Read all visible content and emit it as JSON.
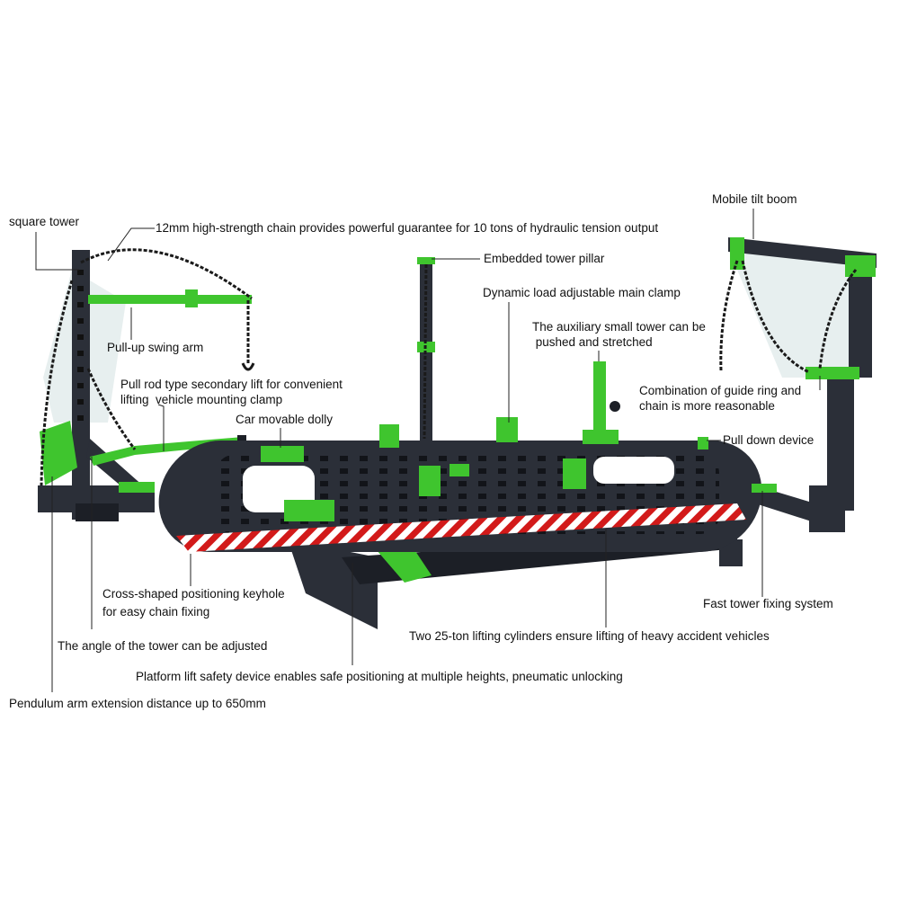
{
  "colors": {
    "frame": "#2b2f38",
    "frame_dark": "#1c1f26",
    "accent_green": "#3fc52e",
    "glass": "#dfe9ea",
    "stripe_red": "#d21a1a",
    "leader": "#222222",
    "chain": "#1a1a1a"
  },
  "labels": {
    "square_tower": "square tower",
    "chain_note": "12mm high-strength chain provides powerful guarantee for 10 tons of hydraulic tension output",
    "mobile_tilt_boom": "Mobile tilt boom",
    "embedded_tower_pillar": "Embedded tower pillar",
    "dynamic_load_clamp": "Dynamic load adjustable main clamp",
    "aux_tower_line1": "The auxiliary small tower can be",
    "aux_tower_line2": " pushed and stretched",
    "pull_up_swing_arm": "Pull-up swing arm",
    "pull_rod_line1": "Pull rod type secondary lift for convenient",
    "pull_rod_line2": "lifting  vehicle mounting clamp",
    "car_movable_dolly": "Car movable dolly",
    "guide_ring_line1": "Combination of guide ring and",
    "guide_ring_line2": "chain is more reasonable",
    "pull_down_device": "Pull down device",
    "keyhole_line1": "Cross-shaped positioning keyhole",
    "keyhole_line2": "for easy chain fixing",
    "fast_tower_fixing": "Fast tower fixing system",
    "tower_angle": "The angle of the tower can be adjusted",
    "lifting_cylinders": "Two 25-ton lifting cylinders ensure lifting of heavy accident vehicles",
    "safety_device": "Platform lift safety device enables safe positioning at multiple heights, pneumatic unlocking",
    "pendulum_arm": "Pendulum arm extension distance up to 650mm"
  }
}
